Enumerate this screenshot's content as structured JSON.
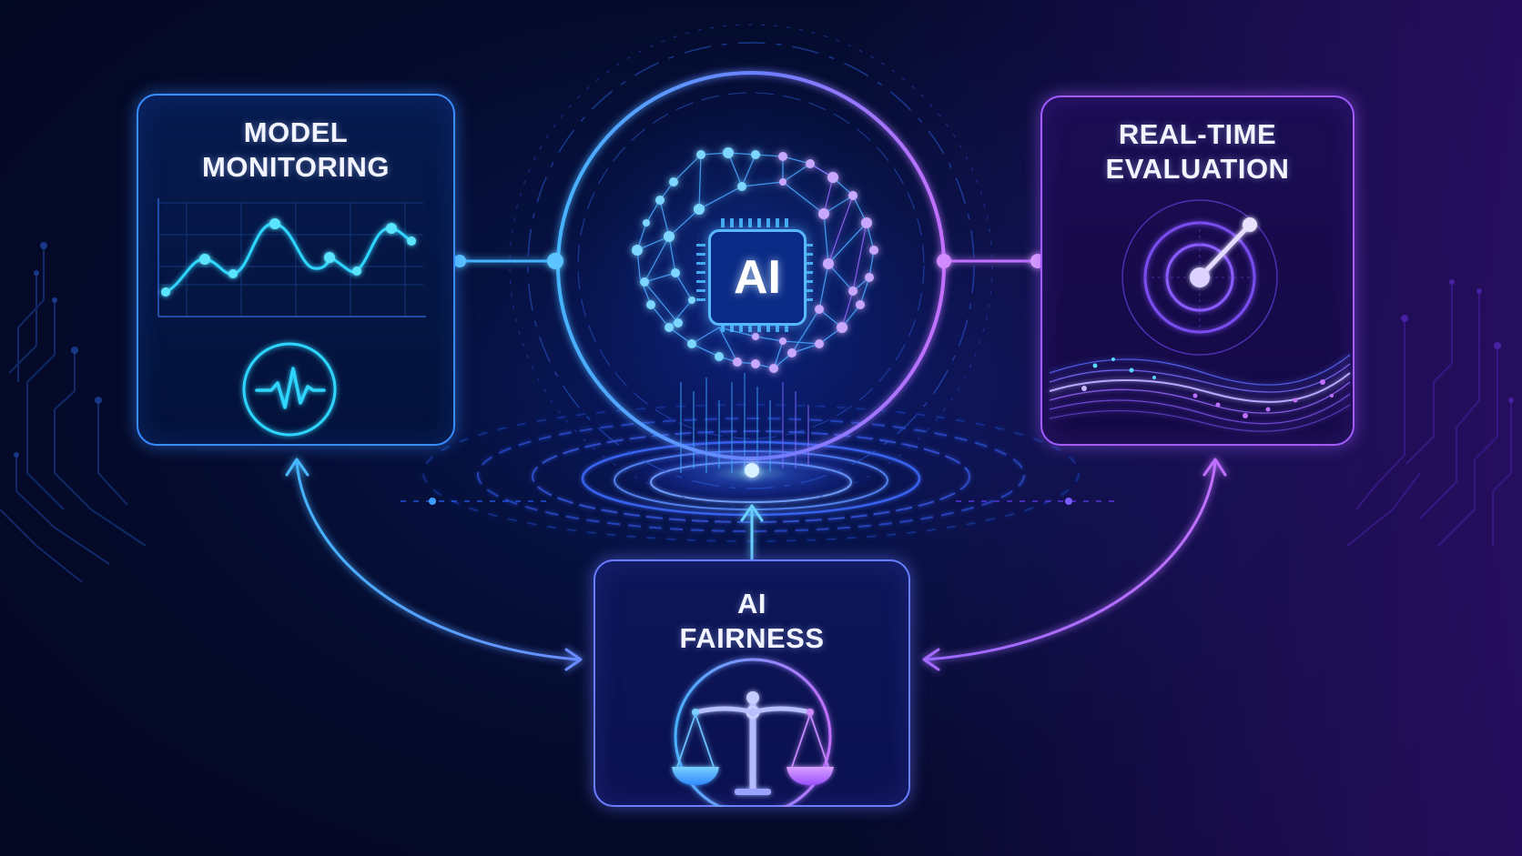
{
  "diagram": {
    "center_node": {
      "label": "AI",
      "icon": "brain-network-chip-icon"
    },
    "nodes": [
      {
        "id": "model-monitoring",
        "title_line1": "MODEL",
        "title_line2": "MONITORING",
        "icons": [
          "line-chart-icon",
          "heartbeat-icon"
        ],
        "accent": "#3a8dff"
      },
      {
        "id": "real-time-evaluation",
        "title_line1": "REAL-TIME",
        "title_line2": "EVALUATION",
        "icons": [
          "radar-gauge-icon",
          "data-wave-icon"
        ],
        "accent": "#a45cff"
      },
      {
        "id": "ai-fairness",
        "title_line1": "AI",
        "title_line2": "FAIRNESS",
        "icons": [
          "balance-scale-icon"
        ],
        "accent": "#6a7dff"
      }
    ],
    "edges": [
      {
        "from": "model-monitoring",
        "to": "center",
        "type": "line"
      },
      {
        "from": "center",
        "to": "real-time-evaluation",
        "type": "line"
      },
      {
        "from": "ai-fairness",
        "to": "center",
        "type": "arrow"
      },
      {
        "from": "ai-fairness",
        "to": "model-monitoring",
        "type": "curved-arrow"
      },
      {
        "from": "ai-fairness",
        "to": "real-time-evaluation",
        "type": "curved-arrow"
      }
    ],
    "colors": {
      "background": "#040a2a",
      "blue_glow": "#3a8dff",
      "cyan": "#2fd6ff",
      "purple_glow": "#a45cff",
      "violet": "#6a7dff"
    }
  }
}
